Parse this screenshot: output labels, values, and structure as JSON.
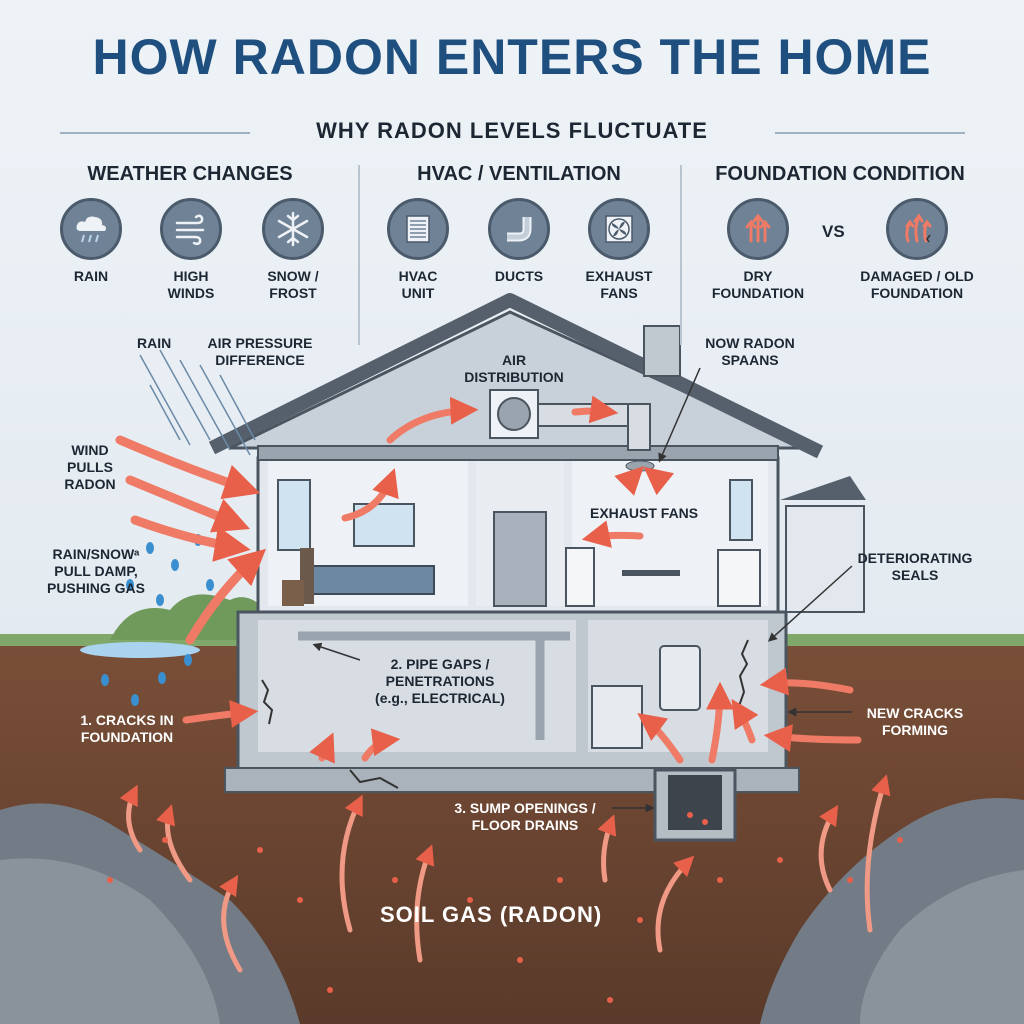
{
  "title": "HOW RADON ENTERS THE HOME",
  "subtitle": "WHY RADON LEVELS FLUCTUATE",
  "groups": {
    "weather": {
      "title": "WEATHER CHANGES",
      "items": [
        {
          "icon": "rain-cloud-icon",
          "label": "RAIN"
        },
        {
          "icon": "wind-icon",
          "label": "HIGH\nWINDS"
        },
        {
          "icon": "snowflake-icon",
          "label": "SNOW /\nFROST"
        }
      ]
    },
    "hvac": {
      "title": "HVAC / VENTILATION",
      "items": [
        {
          "icon": "hvac-unit-icon",
          "label": "HVAC\nUNIT"
        },
        {
          "icon": "duct-icon",
          "label": "DUCTS"
        },
        {
          "icon": "exhaust-fan-icon",
          "label": "EXHAUST\nFANS"
        }
      ]
    },
    "foundation": {
      "title": "FOUNDATION CONDITION",
      "vs": "VS",
      "items": [
        {
          "icon": "dry-foundation-icon",
          "label": "DRY\nFOUNDATION"
        },
        {
          "icon": "damaged-foundation-icon",
          "label": "DAMAGED / OLD\nFOUNDATION"
        }
      ]
    }
  },
  "annotations": {
    "rain": "RAIN",
    "air_pressure": "AIR PRESSURE\nDIFFERENCE",
    "wind_pulls": "WIND\nPULLS\nRADON",
    "rain_snow": "RAIN/SNOWᵃ\nPULL DAMP,\nPUSHING GAS",
    "air_distribution": "AIR\nDISTRIBUTION",
    "now_radon": "NOW RADON\nSPAANS",
    "exhaust_fans": "EXHAUST FANS",
    "deteriorating_seals": "DETERIORATING\nSEALS",
    "pipe_gaps": "2. PIPE GAPS /\nPENETRATIONS\n(e.g., ELECTRICAL)",
    "cracks": "1. CRACKS IN\nFOUNDATION",
    "new_cracks": "NEW CRACKS\nFORMING",
    "sump": "3. SUMP OPENINGS /\nFLOOR DRAINS",
    "soil_gas": "SOIL GAS (RADON)"
  },
  "colors": {
    "title": "#1f4f7e",
    "arrow": "#ef7a66",
    "soil": "#6b4532",
    "rock": "#6f7780",
    "grass": "#7fa86a",
    "house_wall": "#dfe6ee",
    "roof": "#55606c"
  }
}
